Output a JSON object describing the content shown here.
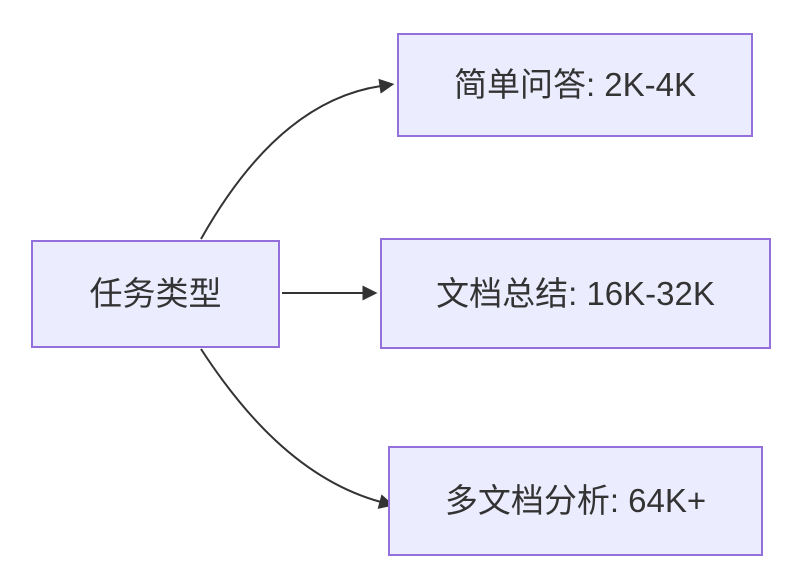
{
  "diagram": {
    "type": "flowchart",
    "direction": "left-to-right",
    "colors": {
      "canvas_bg": "#ffffff",
      "node_fill": "#ececff",
      "node_border": "#9370db",
      "edge": "#333333",
      "label_text": "#333333"
    },
    "nodes": {
      "root": {
        "label": "任务类型"
      },
      "simple_qa": {
        "label": "简单问答: 2K-4K"
      },
      "doc_summary": {
        "label": "文档总结: 16K-32K"
      },
      "multi_doc": {
        "label": "多文档分析: 64K+"
      }
    },
    "edges": [
      {
        "from": "任务类型",
        "to": "简单问答: 2K-4K",
        "style": "curved-up"
      },
      {
        "from": "任务类型",
        "to": "文档总结: 16K-32K",
        "style": "straight"
      },
      {
        "from": "任务类型",
        "to": "多文档分析: 64K+",
        "style": "curved-down"
      }
    ]
  }
}
